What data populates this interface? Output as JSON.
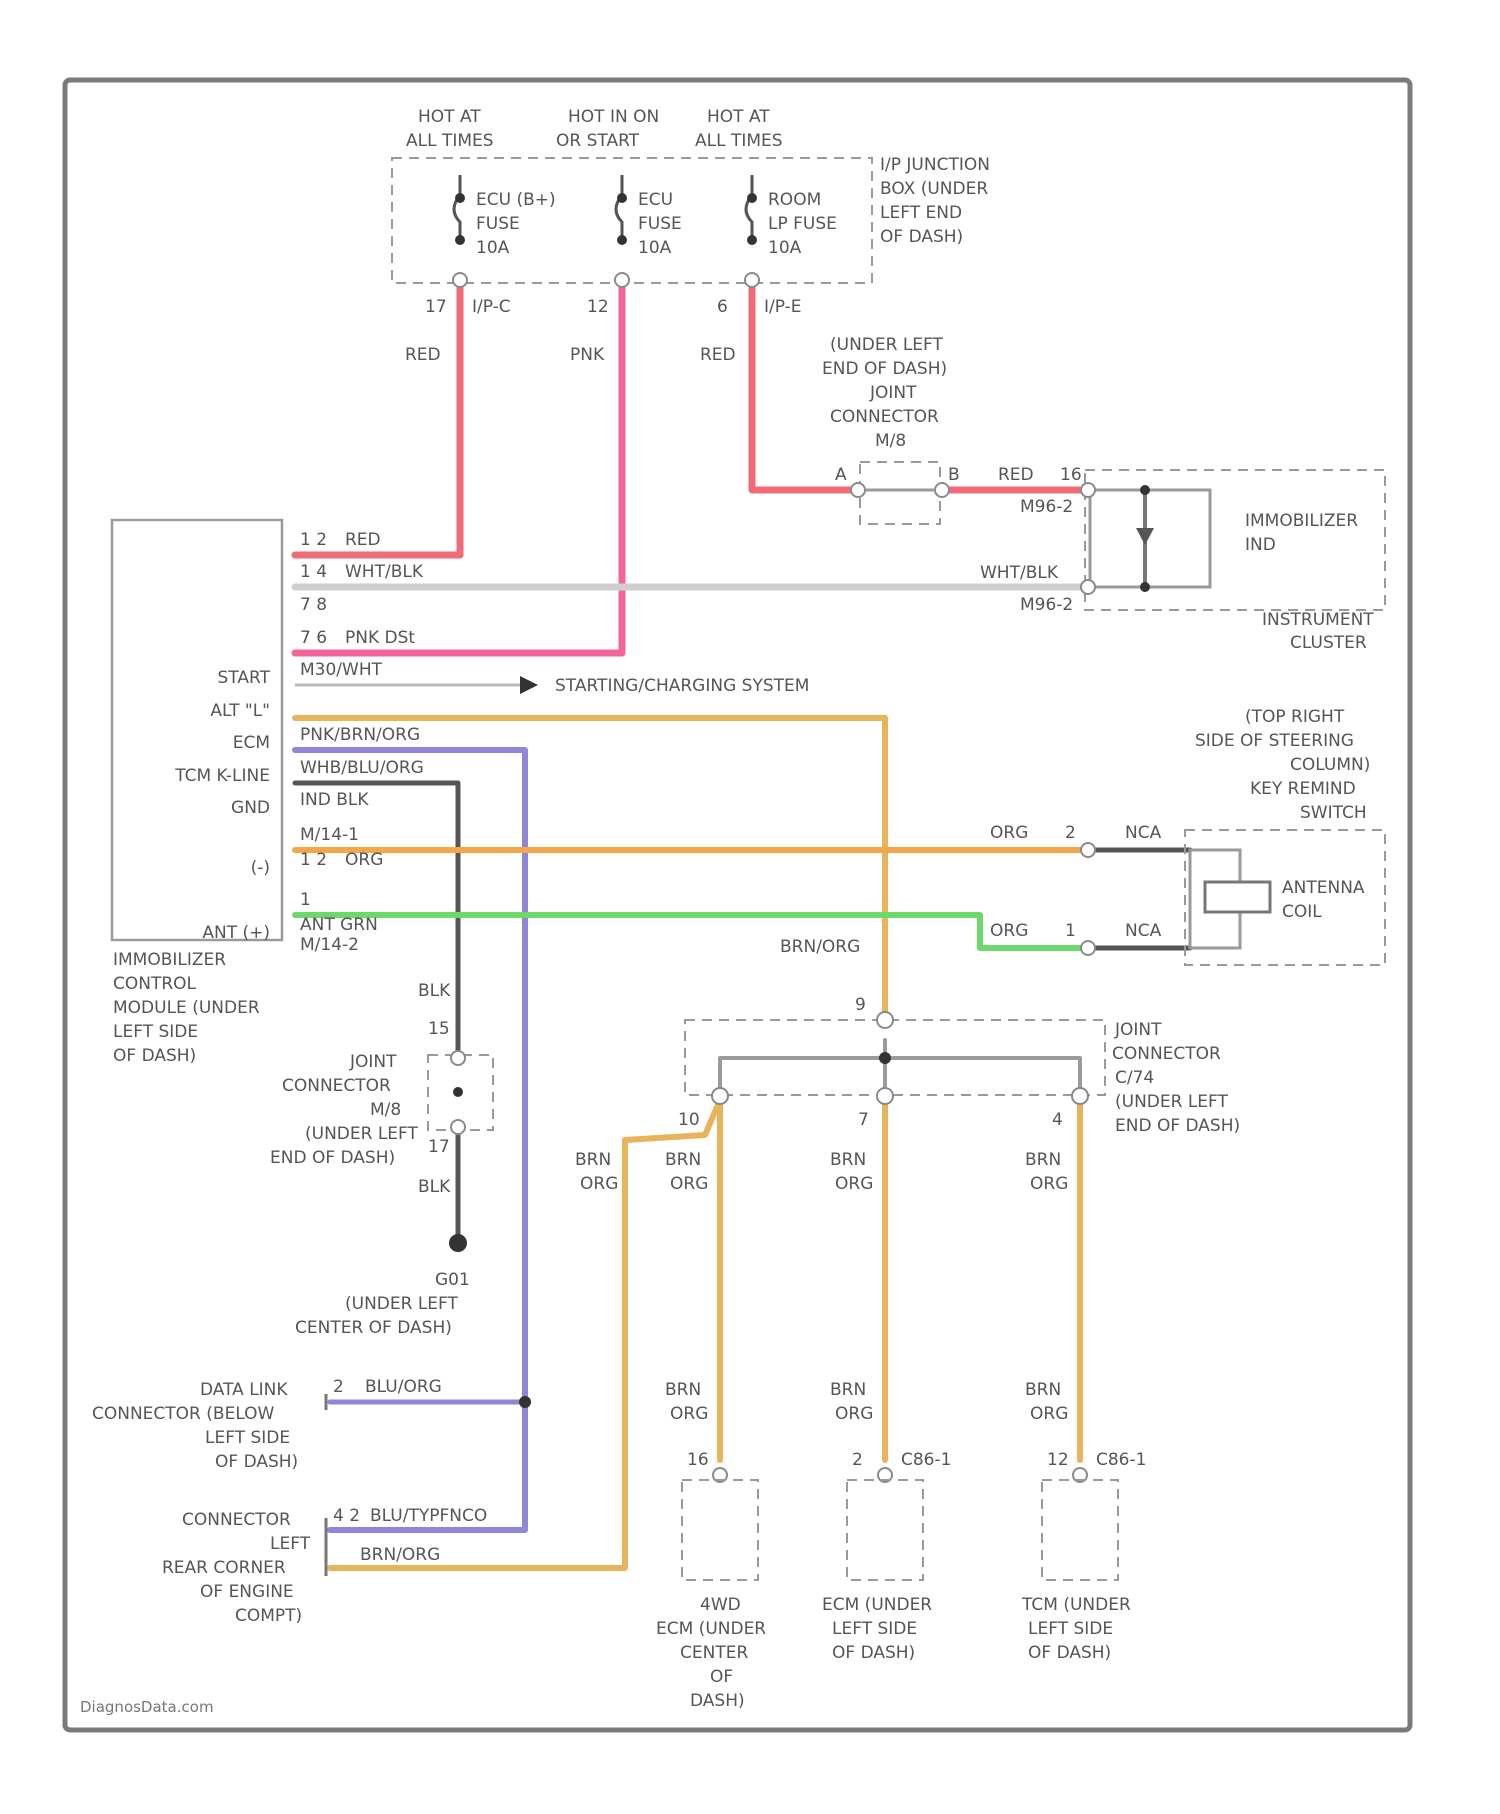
{
  "colors": {
    "red": "#f06a78",
    "pink": "#f3649a",
    "white_blk": "#cfcfcf",
    "brn_org": "#e7b45c",
    "orange": "#f3a64a",
    "green": "#6fd86a",
    "purple": "#8f86d8",
    "black": "#555555",
    "grey": "#9a9a9a"
  },
  "fuse_box": {
    "headers": [
      [
        "HOT AT",
        "ALL TIMES"
      ],
      [
        "HOT IN ON",
        "OR START"
      ],
      [
        "HOT AT",
        "ALL TIMES"
      ]
    ],
    "fuses": [
      [
        "ECU (B+)",
        "FUSE",
        "10A"
      ],
      [
        "ECU",
        "FUSE",
        "10A"
      ],
      [
        "ROOM",
        "LP FUSE",
        "10A"
      ]
    ],
    "label": [
      "I/P JUNCTION",
      "BOX (UNDER",
      "LEFT END",
      "OF DASH)"
    ],
    "pins": [
      {
        "num": "17",
        "conn": "I/P-C"
      },
      {
        "num": "12",
        "conn": ""
      },
      {
        "num": "6",
        "conn": "I/P-E"
      }
    ]
  },
  "wire_labels": {
    "red1": "RED",
    "pnk1": "PNK",
    "red2": "RED",
    "red3": "RED",
    "wht_blk": "WHT/BLK",
    "brn_org_mid": "BRN/ORG",
    "org_antenna": "ORG",
    "grn_antenna": "ORG",
    "nca1": "NCA",
    "nca2": "NCA",
    "blk1": "BLK",
    "blk2": "BLK",
    "brn": "BRN",
    "org": "ORG"
  },
  "joint_m_top": {
    "label": [
      "(UNDER LEFT",
      "END OF DASH)",
      "JOINT",
      "CONNECTOR",
      "M/8"
    ],
    "pin_a": "A",
    "pin_b": "B"
  },
  "immobilizer_ind": {
    "label": [
      "IMMOBILIZER",
      "IND"
    ],
    "footer": [
      "INSTRUMENT",
      "CLUSTER"
    ],
    "pin_top": "16",
    "conn_top": "M96-2",
    "conn_bottom": "M96-2"
  },
  "module": {
    "pins": [
      {
        "label": "",
        "num": "1  2",
        "wire": "RED"
      },
      {
        "label": "",
        "num": "1  4",
        "wire": "WHT/BLK"
      },
      {
        "label": "",
        "num": "7  8",
        "wire": ""
      },
      {
        "label": "",
        "num": "7  6",
        "wire": "PNK DSt"
      },
      {
        "label": "START",
        "num": "",
        "wire": "M30/WHT"
      },
      {
        "label": "ALT \"L\"",
        "num": "",
        "wire": ""
      },
      {
        "label": "ECM",
        "num": "",
        "wire": "PNK/BRN/ORG"
      },
      {
        "label": "TCM K-LINE",
        "num": "",
        "wire": "WHB/BLU/ORG"
      },
      {
        "label": "GND",
        "num": "",
        "wire": "IND  BLK"
      },
      {
        "label": "",
        "num": "",
        "wire": "M/14-1"
      },
      {
        "label": "(-)",
        "num": "1  2",
        "wire": "ORG"
      },
      {
        "label": "",
        "num": "1",
        "wire": ""
      },
      {
        "label": "ANT (+)",
        "num": "",
        "wire": "ANT  GRN"
      },
      {
        "label": "",
        "num": "",
        "wire": "M/14-2"
      }
    ],
    "label": [
      "IMMOBILIZER",
      "CONTROL",
      "MODULE (UNDER",
      "LEFT SIDE",
      "OF DASH)"
    ]
  },
  "starting_system": "STARTING/CHARGING SYSTEM",
  "antenna": {
    "loc_label": [
      "(TOP RIGHT",
      "SIDE OF STEERING",
      "COLUMN)",
      "KEY REMIND",
      "SWITCH"
    ],
    "label": [
      "ANTENNA",
      "COIL"
    ],
    "pin_top": "2",
    "pin_bottom": "1"
  },
  "joint_c": {
    "label": [
      "JOINT",
      "CONNECTOR",
      "C/74",
      "(UNDER LEFT",
      "END OF DASH)"
    ],
    "pin_top": "9",
    "pins": [
      "10",
      "7",
      "4"
    ]
  },
  "joint_m_bottom": {
    "label": [
      "JOINT",
      "CONNECTOR",
      "M/8",
      "(UNDER LEFT",
      "END OF DASH)"
    ],
    "pin_top": "15",
    "pin_bottom": "17"
  },
  "ground": {
    "label": [
      "G01",
      "(UNDER LEFT",
      "CENTER OF DASH)"
    ]
  },
  "dlc": {
    "label": [
      "DATA LINK",
      "CONNECTOR (BELOW",
      "LEFT SIDE",
      "OF DASH)"
    ],
    "pin": "2",
    "wire": "BLU/ORG"
  },
  "engine_connector": {
    "label": [
      "CONNECTOR",
      "LEFT",
      "REAR CORNER",
      "OF ENGINE",
      "COMPT)"
    ],
    "pin": "4  2",
    "wire1": "BLU/TYPFNCO",
    "wire2": "BRN/ORG"
  },
  "modules": [
    {
      "pin": "16",
      "conn": "",
      "label": [
        "4WD",
        "ECM (UNDER",
        "CENTER",
        "OF",
        "DASH)"
      ]
    },
    {
      "pin": "2",
      "conn": "C86-1",
      "label": [
        "ECM (UNDER",
        "LEFT SIDE",
        "OF DASH)"
      ]
    },
    {
      "pin": "12",
      "conn": "C86-1",
      "label": [
        "TCM (UNDER",
        "LEFT SIDE",
        "OF DASH)"
      ]
    }
  ],
  "watermark": "DiagnosData.com"
}
